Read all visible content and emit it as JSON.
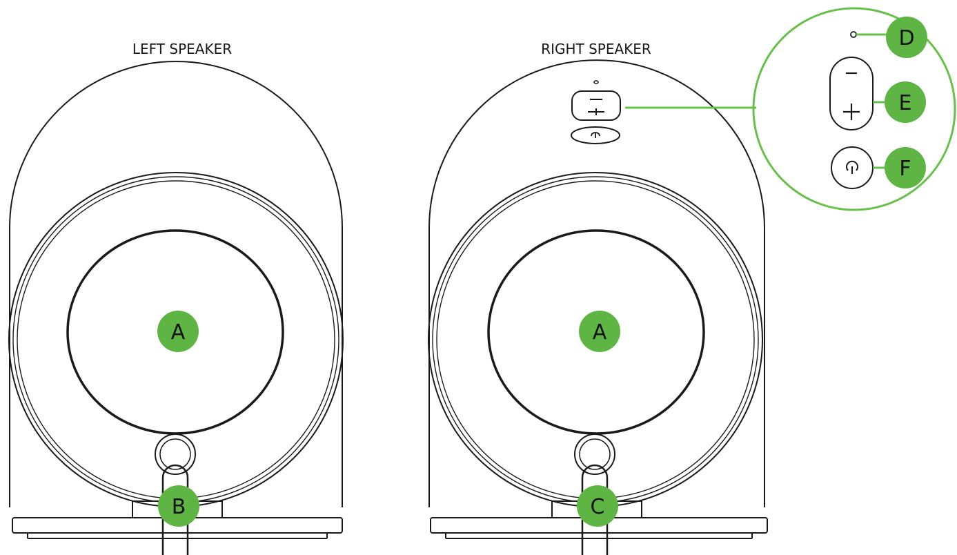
{
  "labels": {
    "left_title": "LEFT SPEAKER",
    "right_title": "RIGHT SPEAKER"
  },
  "callouts": {
    "a_left": "A",
    "a_right": "A",
    "b": "B",
    "c": "C",
    "d": "D",
    "e": "E",
    "f": "F"
  },
  "colors": {
    "badge": "#5fb544",
    "callout_line": "#66c04a",
    "outline": "#1a1a1a"
  }
}
